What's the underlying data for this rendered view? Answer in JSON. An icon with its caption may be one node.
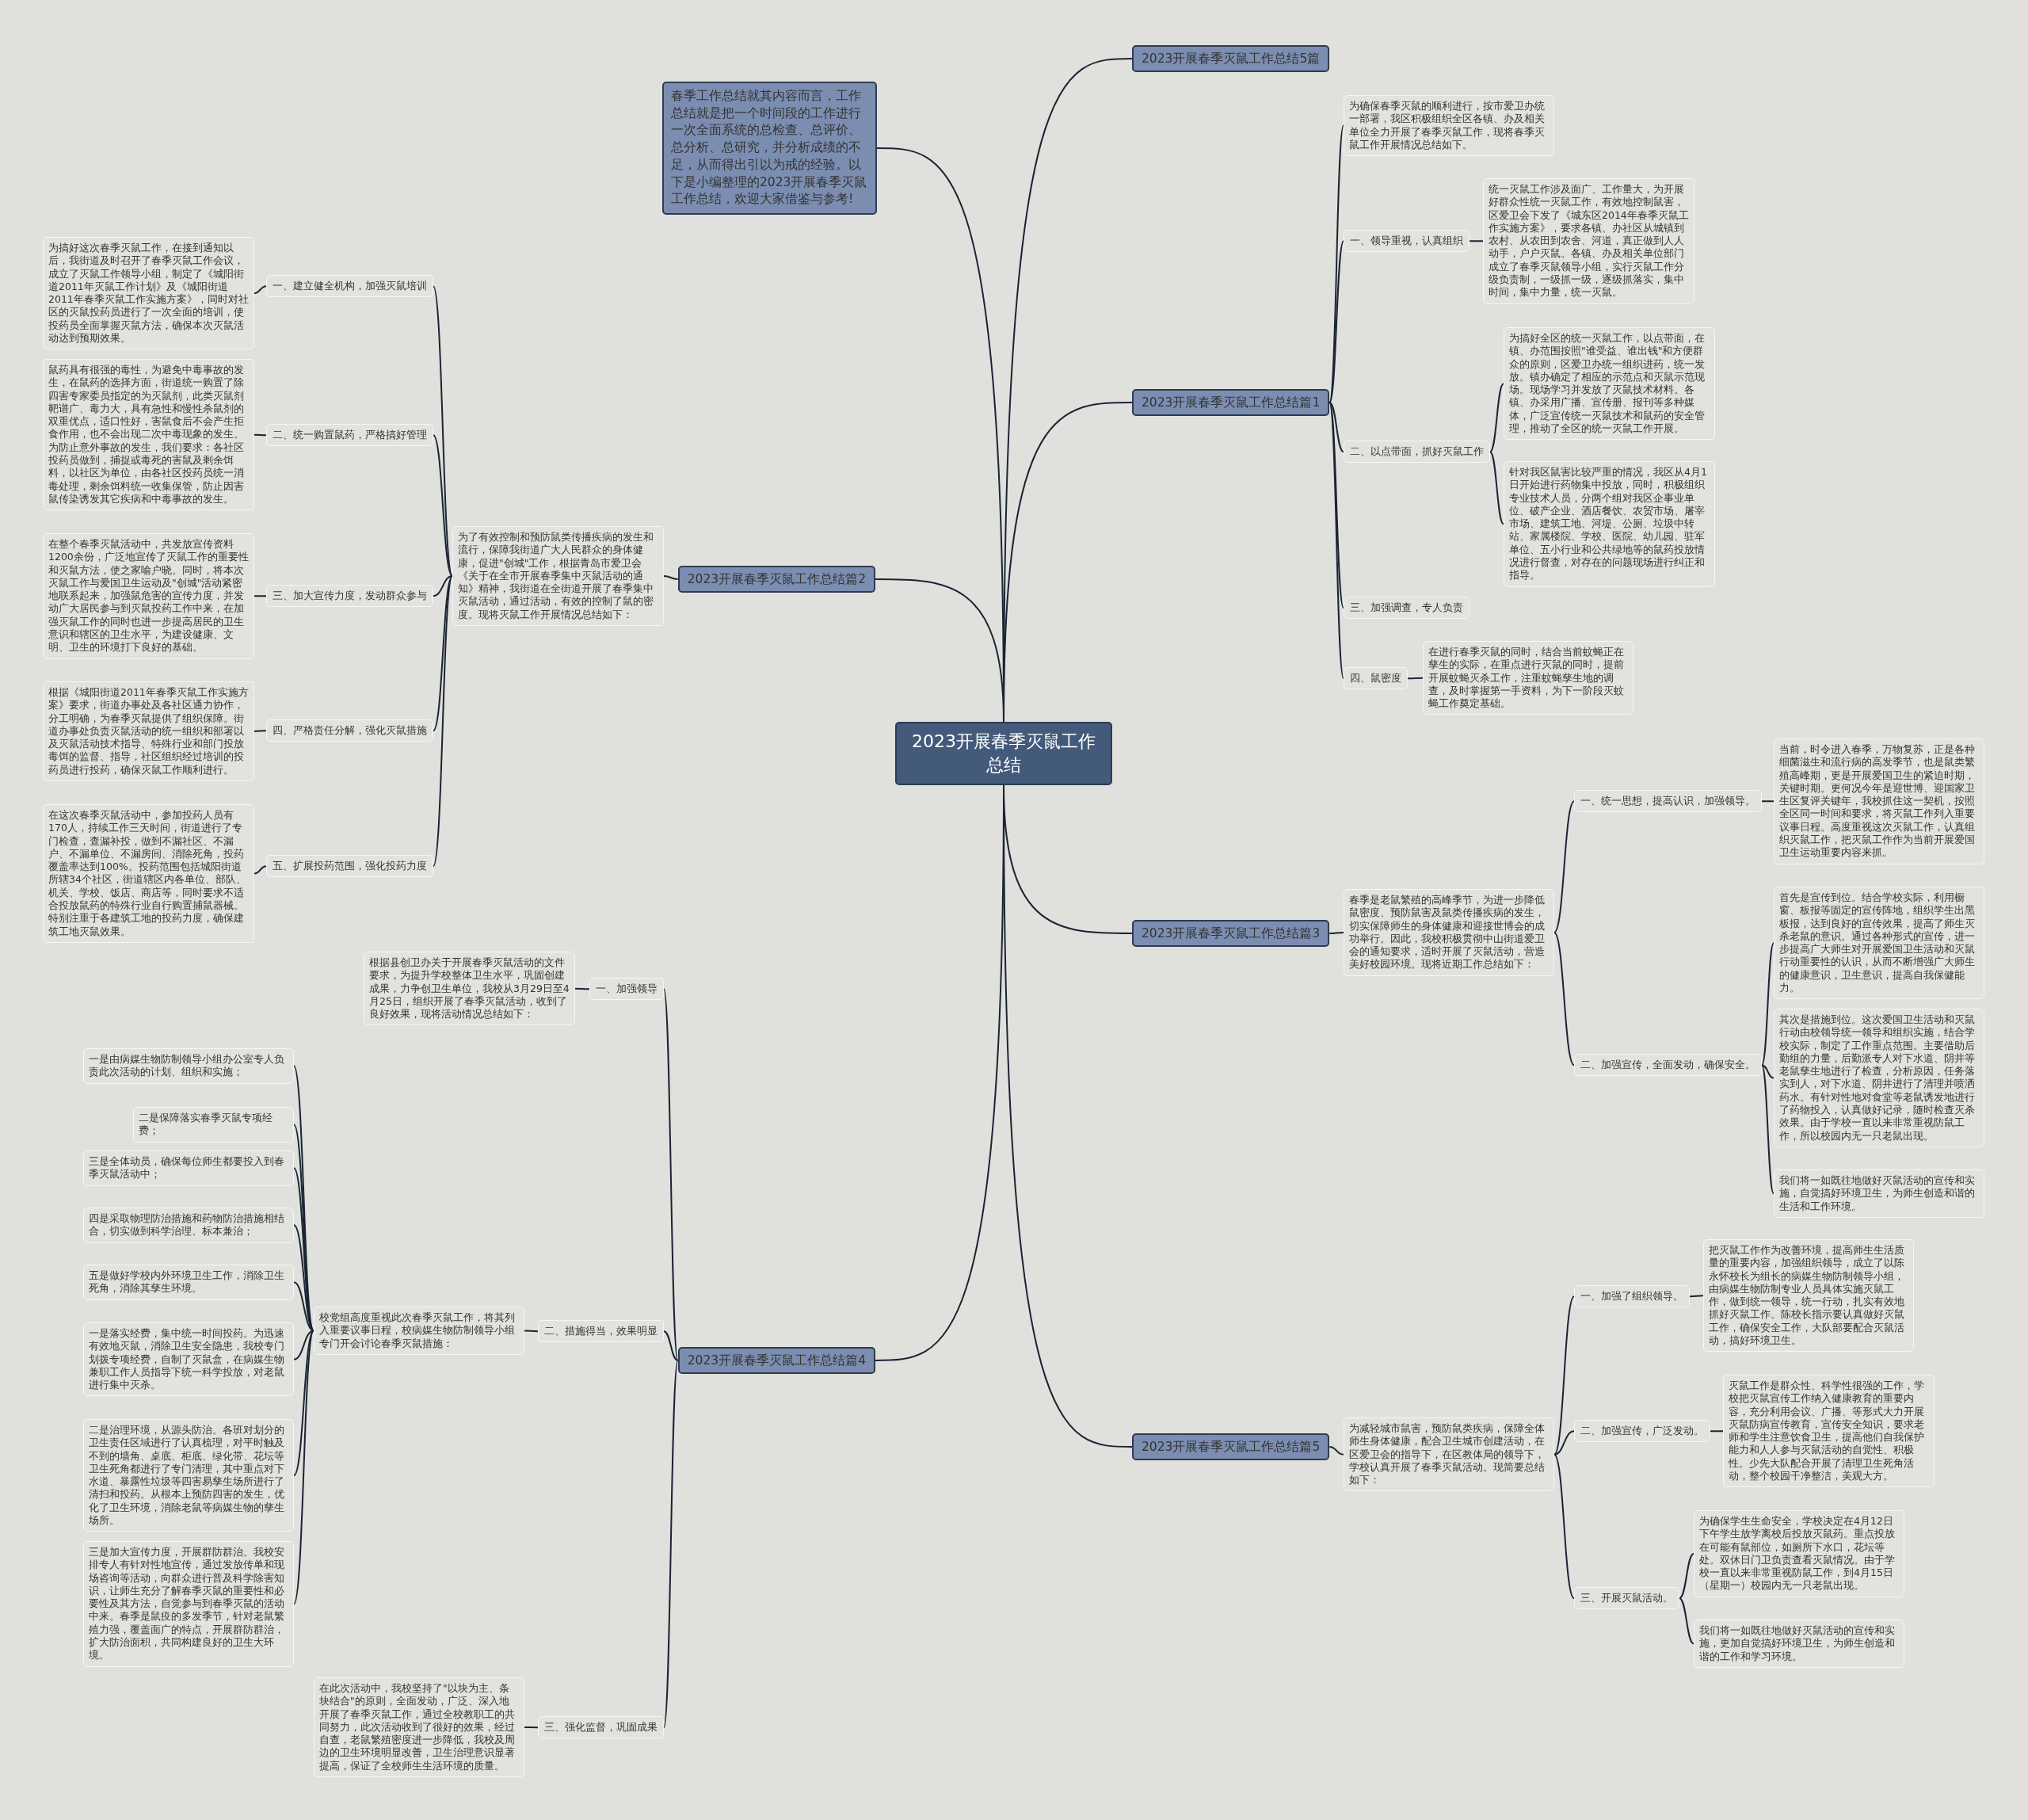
{
  "diagram": {
    "nodes": [
      {
        "text": [
          "2023开展春季灭鼠工作总结"
        ]
      },
      {
        "text": [
          "春季工作总结就其内容而言，工作总结就是把一个时间段的工作进行一次全面系统的总检查、总评价、总分析、总研究，并分析成绩的不足，从而得出引以为戒的经验。以下是小编整理的2023开展春季灭鼠工作总结，欢迎大家借鉴与参考!"
        ]
      },
      {
        "text": [
          "2023开展春季灭鼠工作总结5篇"
        ]
      },
      {
        "text": [
          "2023开展春季灭鼠工作总结篇1"
        ]
      },
      {
        "text": [
          "为确保春季灭鼠的顺利进行，按市爱卫办统一部署，我区积极组织全区各镇、办及相关单位全力开展了春季灭鼠工作，现将春季灭鼠工作开展情况总结如下。"
        ]
      },
      {
        "text": [
          "一、领导重视，认真组织"
        ]
      },
      {
        "text": [
          "统一灭鼠工作涉及面广、工作量大，为开展好群众性统一灭鼠工作，有效地控制鼠害，区爱卫会下发了《城东区2014年春季灭鼠工作实施方案》，要求各镇、办社区从城镇到农村、从农田到农舍、河道，真正做到人人动手，户户灭鼠。各镇、办及相关单位部门成立了春季灭鼠领导小组，实行灭鼠工作分级负责制，一级抓一级，逐级抓落实，集中时间，集中力量，统一灭鼠。"
        ]
      },
      {
        "text": [
          "二、以点带面，抓好灭鼠工作"
        ]
      },
      {
        "text": [
          "为搞好全区的统一灭鼠工作，以点带面，在镇、办范围按照\"谁受益、谁出钱\"和方便群众的原则，区爱卫办统一组织进药，统一发放。镇办确定了相应的示范点和灭鼠示范现场。现场学习并发放了灭鼠技术材料。各镇、办采用广播、宣传册、报刊等多种媒体，广泛宣传统一灭鼠技术和鼠药的安全管理，推动了全区的统一灭鼠工作开展。"
        ]
      },
      {
        "text": [
          "针对我区鼠害比较严重的情况，我区从4月1日开始进行药物集中投放，同时，积极组织专业技术人员，分两个组对我区企事业单位、破产企业、酒店餐饮、农贸市场、屠宰市场、建筑工地、河堤、公厕、垃圾中转站、家属楼院、学校、医院、幼儿园、驻军单位、五小行业和公共绿地等的鼠药投放情况进行督查，对存在的问题现场进行纠正和指导。"
        ]
      },
      {
        "text": [
          "三、加强调查，专人负责"
        ]
      },
      {
        "text": [
          "四、鼠密度"
        ]
      },
      {
        "text": [
          "在进行春季灭鼠的同时，结合当前蚊蝇正在孳生的实际，在重点进行灭鼠的同时，提前开展蚊蝇灭杀工作，注重蚊蝇孳生地的调查，及时掌握第一手资料，为下一阶段灭蚊蝇工作奠定基础。"
        ]
      },
      {
        "text": [
          "2023开展春季灭鼠工作总结篇3"
        ]
      },
      {
        "text": [
          "春季是老鼠繁殖的高峰季节，为进一步降低鼠密度、预防鼠害及鼠类传播疾病的发生，切实保障师生的身体健康和迎接世博会的成功举行。因此，我校积极贯彻中山街道爱卫会的通知要求，适时开展了灭鼠活动，营造美好校园环境。现将近期工作总结如下："
        ]
      },
      {
        "text": [
          "一、统一思想，提高认识，加强领导。"
        ]
      },
      {
        "text": [
          "当前，时令进入春季，万物复苏，正是各种细菌滋生和流行病的高发季节，也是鼠类繁殖高峰期，更是开展爱国卫生的紧迫时期，关键时期。更何况今年是迎世博、迎国家卫生区复评关键年，我校抓住这一契机，按照全区同一时间和要求，将灭鼠工作列入重要议事日程。高度重视这次灭鼠工作，认真组织灭鼠工作，把灭鼠工作作为当前开展爱国卫生运动重要内容来抓。"
        ]
      },
      {
        "text": [
          "二、加强宣传，全面发动，确保安全。"
        ]
      },
      {
        "text": [
          "首先是宣传到位。结合学校实际，利用橱窗、板报等固定的宣传阵地，组织学生出黑板报，达到良好的宣传效果，提高了师生灭杀老鼠的意识。通过各种形式的宣传，进一步提高广大师生对开展爱国卫生活动和灭鼠行动重要性的认识，从而不断增强广大师生的健康意识，卫生意识，提高自我保健能力。"
        ]
      },
      {
        "text": [
          "其次是措施到位。这次爱国卫生活动和灭鼠行动由校领导统一领导和组织实施，结合学校实际，制定了工作重点范围。主要借助后勤组的力量，后勤派专人对下水道、阴井等老鼠孳生地进行了检查，分析原因，任务落实到人，对下水道、阴井进行了清理并喷洒药水。有针对性地对食堂等老鼠诱发地进行了药物投入，认真做好记录，随时检查灭杀效果。由于学校一直以来非常重视防鼠工作，所以校园内无一只老鼠出现。"
        ]
      },
      {
        "text": [
          "我们将一如既往地做好灭鼠活动的宣传和实施，自觉搞好环境卫生，为师生创造和谐的生活和工作环境。"
        ]
      },
      {
        "text": [
          "2023开展春季灭鼠工作总结篇5"
        ]
      },
      {
        "text": [
          "为减轻城市鼠害，预防鼠类疾病，保障全体师生身体健康，配合卫生城市创建活动，在区爱卫会的指导下，在区教体局的领导下，学校认真开展了春季灭鼠活动。现简要总结如下："
        ]
      },
      {
        "text": [
          "一、加强了组织领导。"
        ]
      },
      {
        "text": [
          "把灭鼠工作作为改善环境，提高师生生活质量的重要内容，加强组织领导，成立了以陈永怀校长为组长的病媒生物防制领导小组，由病媒生物防制专业人员具体实施灭鼠工作，做到统一领导，统一行动，扎实有效地抓好灭鼠工作。陈校长指示要认真做好灭鼠工作，确保安全工作，大队部要配合灭鼠活动，搞好环境卫生。"
        ]
      },
      {
        "text": [
          "二、加强宣传，广泛发动。"
        ]
      },
      {
        "text": [
          "灭鼠工作是群众性、科学性很强的工作，学校把灭鼠宣传工作纳入健康教育的重要内容，充分利用会议、广播、等形式大力开展灭鼠防病宣传教育，宣传安全知识，要求老师和学生注意饮食卫生，提高他们自我保护能力和人人参与灭鼠活动的自觉性、积极性。少先大队配合开展了清理卫生死角活动，整个校园干净整洁，美观大方。"
        ]
      },
      {
        "text": [
          "三、开展灭鼠活动。"
        ]
      },
      {
        "text": [
          "为确保学生生命安全，学校决定在4月12日下午学生放学离校后投放灭鼠药。重点投放在可能有鼠部位，如厕所下水口，花坛等处。双休日门卫负责查看灭鼠情况。由于学校一直以来非常重视防鼠工作，到4月15日（星期一）校园内无一只老鼠出现。"
        ]
      },
      {
        "text": [
          "我们将一如既往地做好灭鼠活动的宣传和实施，更加自觉搞好环境卫生，为师生创造和谐的工作和学习环境。"
        ]
      },
      {
        "text": [
          "2023开展春季灭鼠工作总结篇2"
        ]
      },
      {
        "text": [
          "为了有效控制和预防鼠类传播疾病的发生和流行，保障我街道广大人民群众的身体健康，促进\"创城\"工作，根据青岛市爱卫会《关于在全市开展春季集中灭鼠活动的通知》精神，我街道在全街道开展了春季集中灭鼠活动，通过活动，有效的控制了鼠的密度。现将灭鼠工作开展情况总结如下："
        ]
      },
      {
        "text": [
          "一、建立健全机构，加强灭鼠培训"
        ]
      },
      {
        "text": [
          "为搞好这次春季灭鼠工作，在接到通知以后，我街道及时召开了春季灭鼠工作会议，成立了灭鼠工作领导小组，制定了《城阳街道2011年灭鼠工作计划》及《城阳街道2011年春季灭鼠工作实施方案》，同时对社区的灭鼠投药员进行了一次全面的培训，使投药员全面掌握灭鼠方法，确保本次灭鼠活动达到预期效果。"
        ]
      },
      {
        "text": [
          "二、统一购置鼠药，严格搞好管理"
        ]
      },
      {
        "text": [
          "鼠药具有很强的毒性，为避免中毒事故的发生，在鼠药的选择方面，街道统一购置了除四害专家委员指定的为灭鼠剂，此类灭鼠剂靶谱广、毒力大，具有急性和慢性杀鼠剂的双重优点，适口性好，害鼠食后不会产生拒食作用，也不会出现二次中毒现象的发生。为防止意外事故的发生，我们要求：各社区投药员做到，捕捉或毒死的害鼠及剩余饵料，以社区为单位，由各社区投药员统一消毒处理，剩余饵料统一收集保管，防止因害鼠传染诱发其它疾病和中毒事故的发生。"
        ]
      },
      {
        "text": [
          "三、加大宣传力度，发动群众参与"
        ]
      },
      {
        "text": [
          "在整个春季灭鼠活动中，共发放宣传资料1200余份，广泛地宣传了灭鼠工作的重要性和灭鼠方法，使之家喻户晓。同时，将本次灭鼠工作与爱国卫生运动及\"创城\"活动紧密地联系起来，加强鼠危害的宣传力度，并发动广大居民参与到灭鼠投药工作中来，在加强灭鼠工作的同时也进一步提高居民的卫生意识和辖区的卫生水平，为建设健康、文明、卫生的环境打下良好的基础。"
        ]
      },
      {
        "text": [
          "四、严格责任分解，强化灭鼠措施"
        ]
      },
      {
        "text": [
          "根据《城阳街道2011年春季灭鼠工作实施方案》要求，街道办事处及各社区通力协作，分工明确，为春季灭鼠提供了组织保障。街道办事处负责灭鼠活动的统一组织和部署以及灭鼠活动技术指导、特殊行业和部门投放毒饵的监督、指导，社区组织经过培训的投药员进行投药，确保灭鼠工作顺利进行。"
        ]
      },
      {
        "text": [
          "五、扩展投药范围，强化投药力度"
        ]
      },
      {
        "text": [
          "在这次春季灭鼠活动中，参加投药人员有170人，持续工作三天时间，街道进行了专门检查，查漏补投，做到不漏社区、不漏户、不漏单位、不漏房间、消除死角，投药覆盖率达到100%。投药范围包括城阳街道所辖34个社区，街道辖区内各单位、部队、机关、学校、饭店、商店等，同时要求不适合投放鼠药的特殊行业自行购置捕鼠器械。特别注重于各建筑工地的投药力度，确保建筑工地灭鼠效果。"
        ]
      },
      {
        "text": [
          "2023开展春季灭鼠工作总结篇4"
        ]
      },
      {
        "text": [
          "一、加强领导"
        ]
      },
      {
        "text": [
          "根据县创卫办关于开展春季灭鼠活动的文件要求，为提升学校整体卫生水平，巩固创建成果，力争创卫生单位，我校从3月29日至4月25日，组织开展了春季灭鼠活动，收到了良好效果，现将活动情况总结如下："
        ]
      },
      {
        "text": [
          "二、措施得当，效果明显"
        ]
      },
      {
        "text": [
          "校党组高度重视此次春季灭鼠工作，将其列入重要议事日程，校病媒生物防制领导小组专门开会讨论春季灭鼠措施："
        ]
      },
      {
        "text": [
          "一是由病媒生物防制领导小组办公室专人负责此次活动的计划、组织和实施；"
        ]
      },
      {
        "text": [
          "二是保障落实春季灭鼠专项经费；"
        ]
      },
      {
        "text": [
          "三是全体动员，确保每位师生都要投入到春季灭鼠活动中；"
        ]
      },
      {
        "text": [
          "四是采取物理防治措施和药物防治措施相结合，切实做到科学治理、标本兼治；"
        ]
      },
      {
        "text": [
          "五是做好学校内外环境卫生工作，消除卫生死角，消除其孳生环境。"
        ]
      },
      {
        "text": [
          "一是落实经费，集中统一时间投药。为迅速有效地灭鼠，消除卫生安全隐患，我校专门划拨专项经费，自制了灭鼠盒，在病媒生物兼职工作人员指导下统一科学投放，对老鼠进行集中灭杀。"
        ]
      },
      {
        "text": [
          "二是治理环境，从源头防治。各班对划分的卫生责任区域进行了认真梳理，对平时触及不到的墙角、桌底、柜底、绿化带、花坛等卫生死角都进行了专门清理，其中重点对下水道、暴露性垃圾等四害易孳生场所进行了清扫和投药。从根本上预防四害的发生，优化了卫生环境，消除老鼠等病媒生物的孳生场所。"
        ]
      },
      {
        "text": [
          "三是加大宣传力度，开展群防群治。我校安排专人有针对性地宣传，通过发放传单和现场咨询等活动，向群众进行普及科学除害知识，让师生充分了解春季灭鼠的重要性和必要性及其方法，自觉参与到春季灭鼠的活动中来。春季是鼠疫的多发季节，针对老鼠繁殖力强，覆盖面广的特点，开展群防群治，扩大防治面积，共同构建良好的卫生大环境。"
        ]
      },
      {
        "text": [
          "三、强化监督，巩固成果"
        ]
      },
      {
        "text": [
          "在此次活动中，我校坚持了\"以块为主、条块结合\"的原则，全面发动，广泛、深入地开展了春季灭鼠工作，通过全校教职工的共同努力，此次活动收到了很好的效果，经过自查，老鼠繁殖密度进一步降低，我校及周边的卫生环境明显改善，卫生治理意识显著提高，保证了全校师生生活环境的质量。"
        ]
      }
    ],
    "edges": [
      {
        "from": 0,
        "to": 1,
        "arrow": "none"
      },
      {
        "from": 0,
        "to": 2,
        "arrow": "none"
      },
      {
        "from": 0,
        "to": 3,
        "arrow": "none"
      },
      {
        "from": 3,
        "to": 4,
        "arrow": "none"
      },
      {
        "from": 3,
        "to": 5,
        "arrow": "none"
      },
      {
        "from": 5,
        "to": 6,
        "arrow": "none"
      },
      {
        "from": 3,
        "to": 7,
        "arrow": "none"
      },
      {
        "from": 7,
        "to": 8,
        "arrow": "none"
      },
      {
        "from": 7,
        "to": 9,
        "arrow": "none"
      },
      {
        "from": 3,
        "to": 10,
        "arrow": "none"
      },
      {
        "from": 3,
        "to": 11,
        "arrow": "none"
      },
      {
        "from": 11,
        "to": 12,
        "arrow": "none"
      },
      {
        "from": 0,
        "to": 13,
        "arrow": "none"
      },
      {
        "from": 13,
        "to": 14,
        "arrow": "none"
      },
      {
        "from": 14,
        "to": 15,
        "arrow": "none"
      },
      {
        "from": 15,
        "to": 16,
        "arrow": "none"
      },
      {
        "from": 14,
        "to": 17,
        "arrow": "none"
      },
      {
        "from": 17,
        "to": 18,
        "arrow": "none"
      },
      {
        "from": 17,
        "to": 19,
        "arrow": "none"
      },
      {
        "from": 17,
        "to": 20,
        "arrow": "none"
      },
      {
        "from": 0,
        "to": 21,
        "arrow": "none"
      },
      {
        "from": 21,
        "to": 22,
        "arrow": "none"
      },
      {
        "from": 22,
        "to": 23,
        "arrow": "none"
      },
      {
        "from": 23,
        "to": 24,
        "arrow": "none"
      },
      {
        "from": 22,
        "to": 25,
        "arrow": "none"
      },
      {
        "from": 25,
        "to": 26,
        "arrow": "none"
      },
      {
        "from": 22,
        "to": 27,
        "arrow": "none"
      },
      {
        "from": 27,
        "to": 28,
        "arrow": "none"
      },
      {
        "from": 27,
        "to": 29,
        "arrow": "none"
      },
      {
        "from": 0,
        "to": 30,
        "arrow": "none"
      },
      {
        "from": 30,
        "to": 31,
        "arrow": "none"
      },
      {
        "from": 31,
        "to": 32,
        "arrow": "none"
      },
      {
        "from": 32,
        "to": 33,
        "arrow": "none"
      },
      {
        "from": 31,
        "to": 34,
        "arrow": "none"
      },
      {
        "from": 34,
        "to": 35,
        "arrow": "none"
      },
      {
        "from": 31,
        "to": 36,
        "arrow": "none"
      },
      {
        "from": 36,
        "to": 37,
        "arrow": "none"
      },
      {
        "from": 31,
        "to": 38,
        "arrow": "none"
      },
      {
        "from": 38,
        "to": 39,
        "arrow": "none"
      },
      {
        "from": 31,
        "to": 40,
        "arrow": "none"
      },
      {
        "from": 40,
        "to": 41,
        "arrow": "none"
      },
      {
        "from": 0,
        "to": 42,
        "arrow": "none"
      },
      {
        "from": 42,
        "to": 43,
        "arrow": "none"
      },
      {
        "from": 43,
        "to": 44,
        "arrow": "none"
      },
      {
        "from": 42,
        "to": 45,
        "arrow": "none"
      },
      {
        "from": 45,
        "to": 46,
        "arrow": "none"
      },
      {
        "from": 46,
        "to": 47,
        "arrow": "none"
      },
      {
        "from": 46,
        "to": 48,
        "arrow": "none"
      },
      {
        "from": 46,
        "to": 49,
        "arrow": "none"
      },
      {
        "from": 46,
        "to": 50,
        "arrow": "none"
      },
      {
        "from": 46,
        "to": 51,
        "arrow": "none"
      },
      {
        "from": 46,
        "to": 52,
        "arrow": "none"
      },
      {
        "from": 46,
        "to": 53,
        "arrow": "none"
      },
      {
        "from": 46,
        "to": 54,
        "arrow": "none"
      },
      {
        "from": 42,
        "to": 55,
        "arrow": "none"
      },
      {
        "from": 55,
        "to": 56,
        "arrow": "none"
      }
    ]
  }
}
